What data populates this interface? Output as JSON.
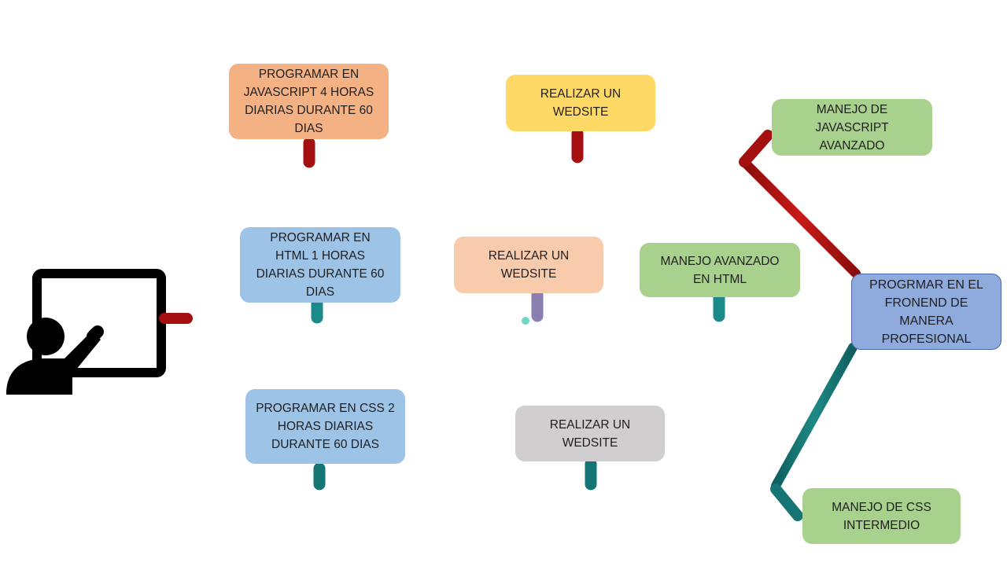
{
  "colors": {
    "top_line": "#a40f10",
    "middle_line": "#7a3fa0",
    "bottom_line": "#157474",
    "orange_box": "#f4b183",
    "yellow_box": "#ffd966",
    "green_box": "#a9d18e",
    "blue_box": "#9dc3e6",
    "peach_box": "#f8cbad",
    "gray_box": "#d0cece",
    "goal_box": "#8faadc"
  },
  "icons": {
    "presenter": "presenter-at-board-icon"
  },
  "top_branch": {
    "task": "PROGRAMAR EN\nJAVASCRIPT 4  HORAS\nDIARIAS DURANTE 60\nDIAS",
    "project": "REALIZAR UN\nWEDSITE",
    "result": "MANEJO DE\nJAVASCRIPT\nAVANZADO"
  },
  "middle_branch": {
    "task": "PROGRAMAR EN\nHTML 1 HORAS\nDIARIAS DURANTE 60\nDIAS",
    "project": "REALIZAR UN\nWEDSITE",
    "result": "MANEJO AVANZADO\nEN HTML"
  },
  "bottom_branch": {
    "task": "PROGRAMAR EN CSS 2\nHORAS DIARIAS\nDURANTE 60 DIAS",
    "project": "REALIZAR UN\nWEDSITE",
    "result": "MANEJO DE  CSS\nINTERMEDIO"
  },
  "goal": "PROGRMAR EN EL\nFRONEND DE\nMANERA\nPROFESIONAL"
}
